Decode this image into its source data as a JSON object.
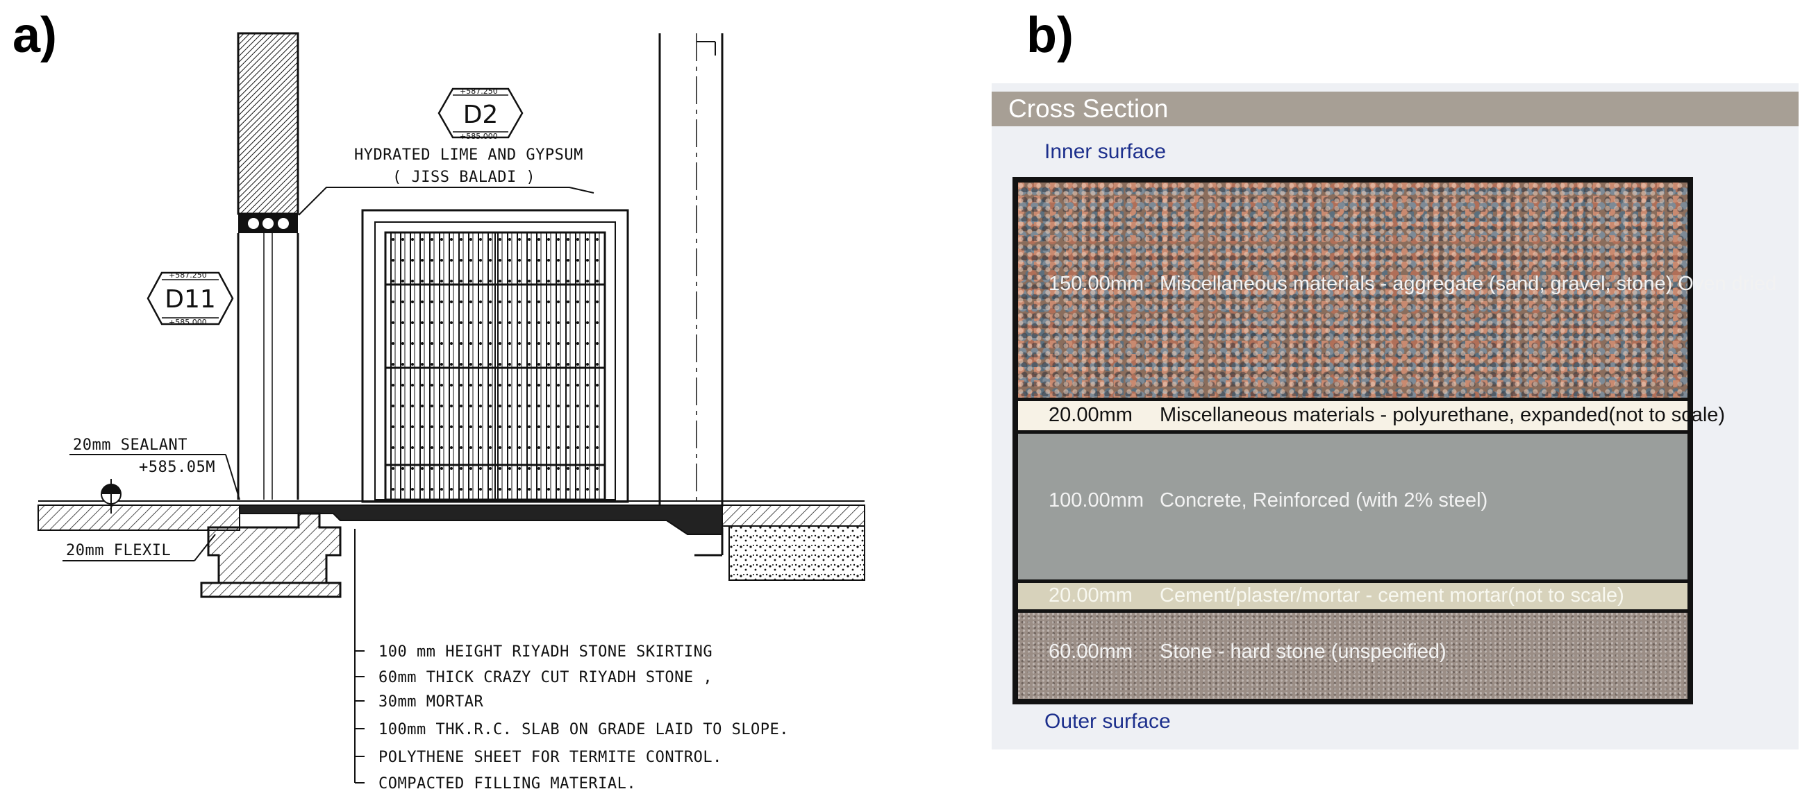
{
  "panel_a": {
    "label": "a)",
    "tag_d2": "D2",
    "tag_d2_top": "+587.250",
    "tag_d2_bottom": "+585.000",
    "tag_d11": "D11",
    "tag_d11_top": "+587.250",
    "tag_d11_bottom": "+585.000",
    "callout_line1": "HYDRATED LIME AND GYPSUM",
    "callout_line2": "( JISS BALADI )",
    "sealant": "20mm SEALANT",
    "level": "+585.05M",
    "flexil": "20mm FLEXIL",
    "notes": [
      "100 mm HEIGHT RIYADH STONE SKIRTING",
      "60mm THICK CRAZY CUT RIYADH STONE ,",
      "30mm MORTAR",
      "100mm THK.R.C. SLAB ON GRADE LAID TO SLOPE.",
      "POLYTHENE SHEET FOR TERMITE CONTROL.",
      "COMPACTED FILLING MATERIAL."
    ]
  },
  "panel_b": {
    "label": "b)",
    "window_title": "Cross Section",
    "inner_surface": "Inner surface",
    "outer_surface": "Outer surface",
    "layers": [
      {
        "thickness": "150.00mm",
        "material": "Miscellaneous materials - aggregate (sand, gravel, stone) Oven dried",
        "color": "#8a6d5c"
      },
      {
        "thickness": "20.00mm",
        "material": "Miscellaneous materials - polyurethane, expanded(not to scale)",
        "color": "#f7f2e6"
      },
      {
        "thickness": "100.00mm",
        "material": "Concrete, Reinforced (with 2% steel)",
        "color": "#9a9e9c"
      },
      {
        "thickness": "20.00mm",
        "material": "Cement/plaster/mortar - cement mortar(not to scale)",
        "color": "#d7d2bb"
      },
      {
        "thickness": "60.00mm",
        "material": "Stone - hard stone (unspecified)",
        "color": "#9b8e86"
      }
    ]
  }
}
